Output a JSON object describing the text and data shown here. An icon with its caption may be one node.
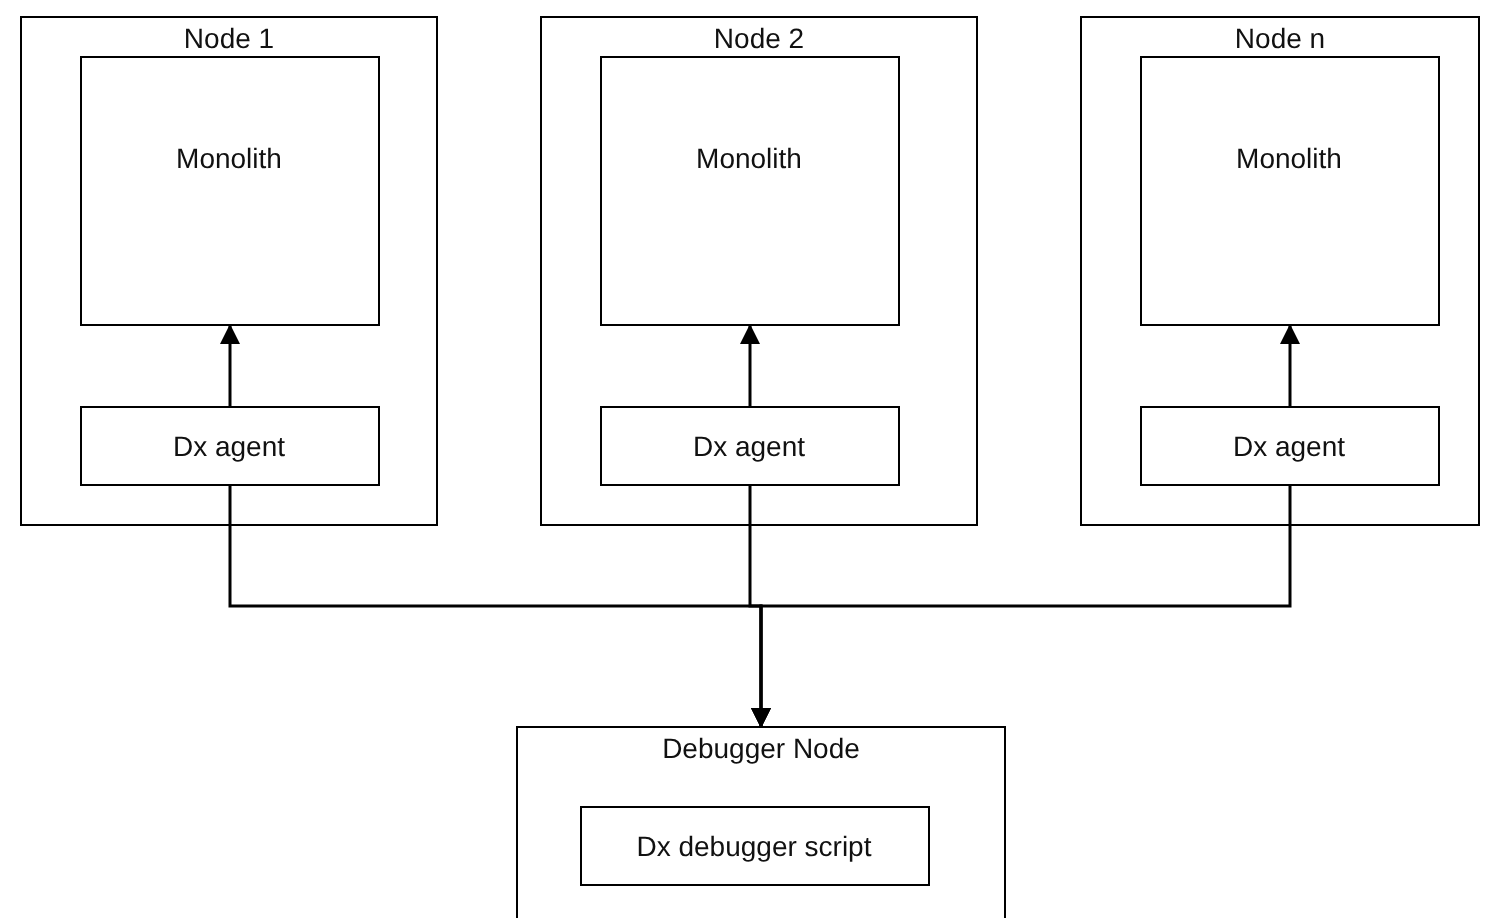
{
  "diagram": {
    "nodes": [
      {
        "text": [
          "Node 1"
        ]
      },
      {
        "text": [
          "Monolith"
        ],
        "in": 0
      },
      {
        "text": [
          "Dx agent"
        ],
        "in": 0
      },
      {
        "text": [
          "Node 2"
        ]
      },
      {
        "text": [
          "Monolith"
        ],
        "in": 3
      },
      {
        "text": [
          "Dx agent"
        ],
        "in": 3
      },
      {
        "text": [
          "Node n"
        ]
      },
      {
        "text": [
          "Monolith"
        ],
        "in": 6
      },
      {
        "text": [
          "Dx agent"
        ],
        "in": 6
      },
      {
        "text": [
          "Debugger Node"
        ]
      },
      {
        "text": [
          "Dx debugger script"
        ],
        "in": 9
      }
    ],
    "edges": [
      {
        "from": 2,
        "to": 1,
        "arrow": "to"
      },
      {
        "from": 5,
        "to": 4,
        "arrow": "to"
      },
      {
        "from": 8,
        "to": 7,
        "arrow": "to"
      },
      {
        "from": 2,
        "to": 9,
        "arrow": "to"
      },
      {
        "from": 5,
        "to": 9,
        "arrow": "to"
      },
      {
        "from": 8,
        "to": 9,
        "arrow": "to"
      }
    ]
  }
}
